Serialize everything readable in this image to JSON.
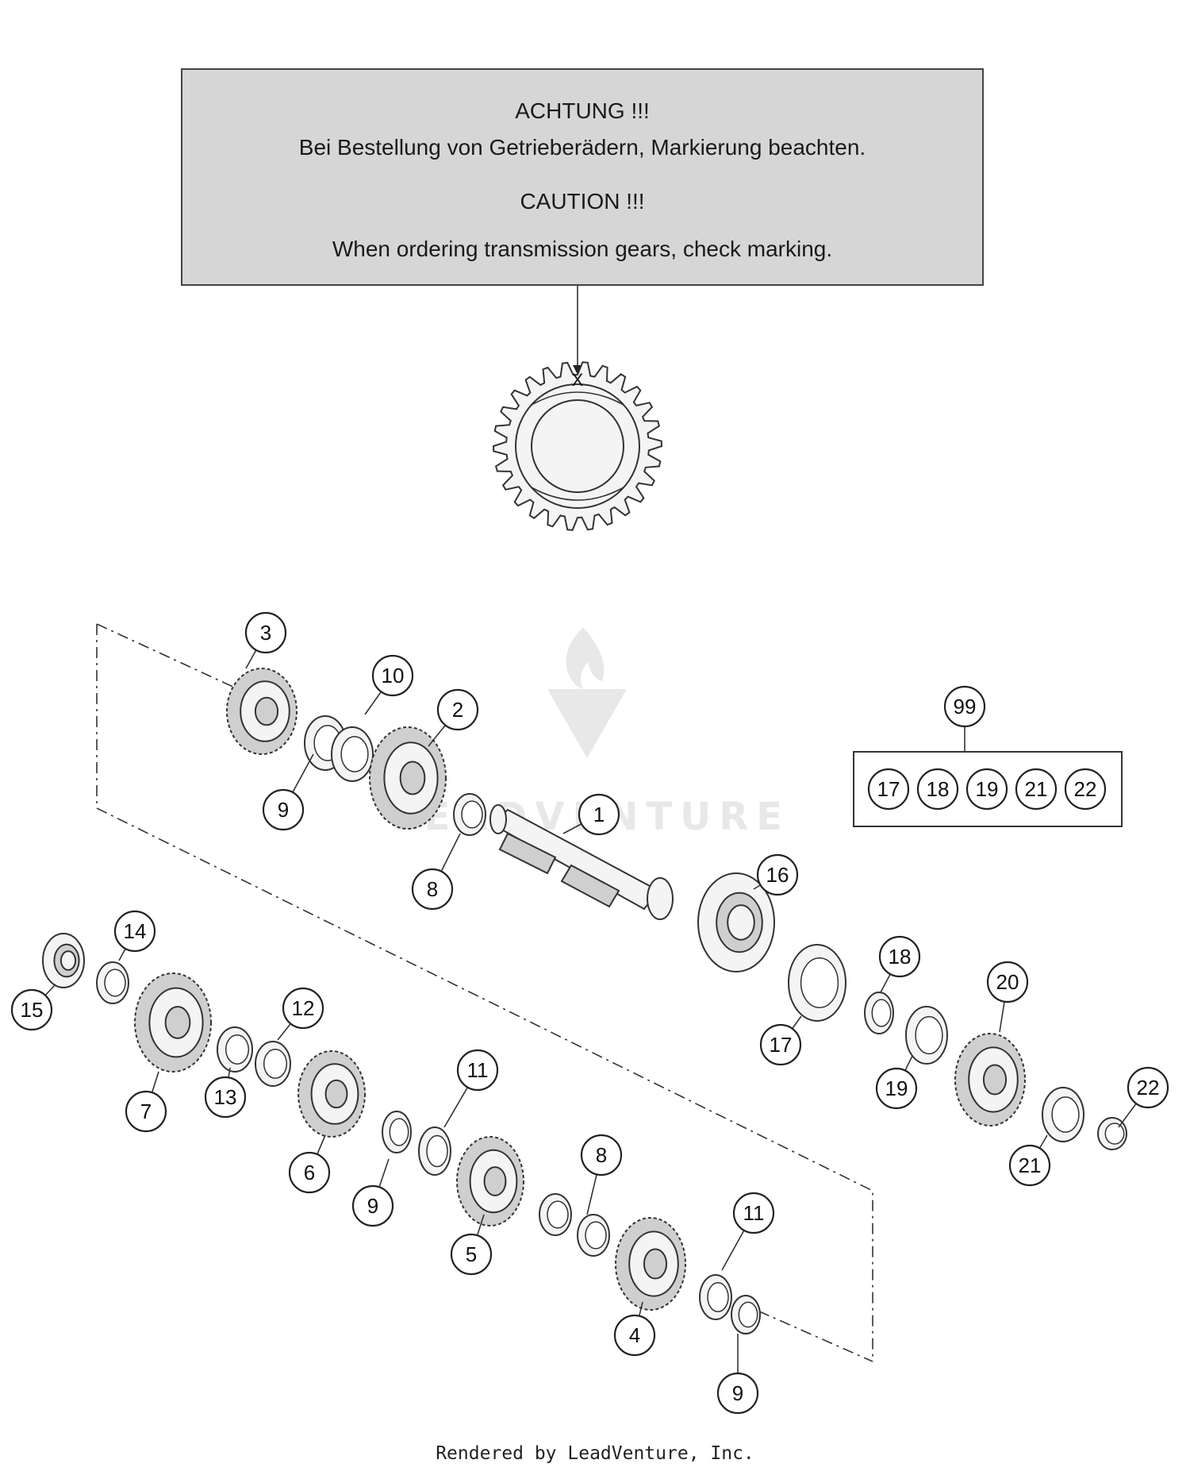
{
  "notice": {
    "heading_de": "ACHTUNG !!!",
    "text_de": "Bei Bestellung von Getrieberädern, Markierung beachten.",
    "heading_en": "CAUTION !!!",
    "text_en": "When ordering transmission gears, check marking."
  },
  "gear_mark": "X",
  "kit": {
    "number": "99",
    "parts": [
      "17",
      "18",
      "19",
      "21",
      "22"
    ]
  },
  "callouts": [
    "3",
    "10",
    "2",
    "9",
    "1",
    "8",
    "16",
    "18",
    "20",
    "14",
    "15",
    "12",
    "7",
    "13",
    "11",
    "6",
    "9",
    "5",
    "8",
    "17",
    "19",
    "22",
    "21",
    "11",
    "4",
    "9"
  ],
  "watermark": "LEADVENTURE",
  "footer": "Rendered by LeadVenture, Inc."
}
